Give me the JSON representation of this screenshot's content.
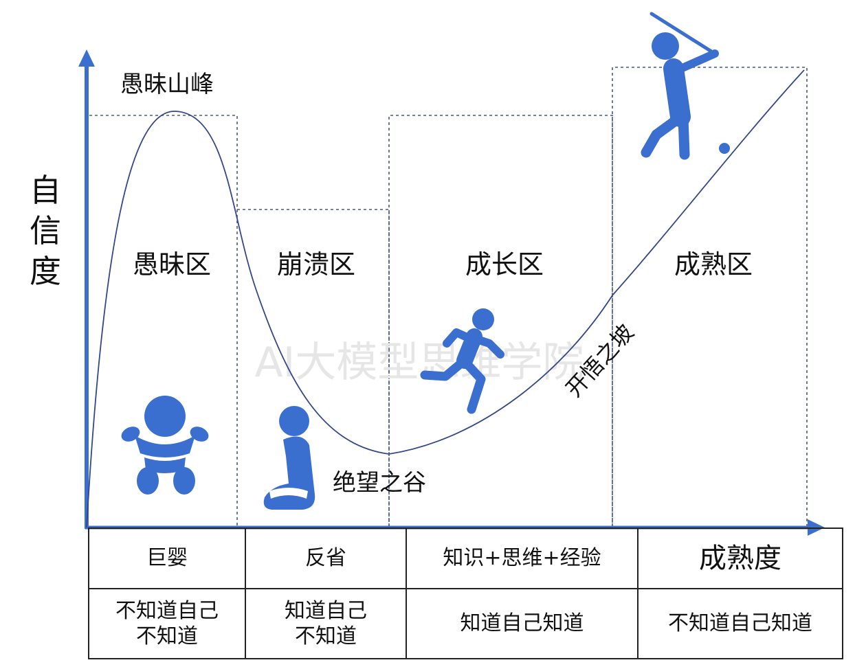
{
  "axis": {
    "y_label_chars": [
      "自",
      "信",
      "度"
    ],
    "accent_color": "#3a6fd0"
  },
  "annotations": {
    "peak": "愚昧山峰",
    "valley": "绝望之谷",
    "slope": "开悟之坡"
  },
  "zones": [
    {
      "name": "愚昧区",
      "figure": "baby-icon"
    },
    {
      "name": "崩溃区",
      "figure": "kneeling-person-icon"
    },
    {
      "name": "成长区",
      "figure": "running-person-icon"
    },
    {
      "name": "成熟区",
      "figure": "golfer-icon"
    }
  ],
  "table": {
    "row1": [
      "巨婴",
      "反省",
      "知识+思维+经验",
      "成熟度"
    ],
    "row2": [
      [
        "不知道自己",
        "不知道"
      ],
      [
        "知道自己",
        "不知道"
      ],
      [
        "知道自己知道"
      ],
      [
        "不知道自己知道"
      ]
    ]
  },
  "watermark": "AI大模型思维学院"
}
